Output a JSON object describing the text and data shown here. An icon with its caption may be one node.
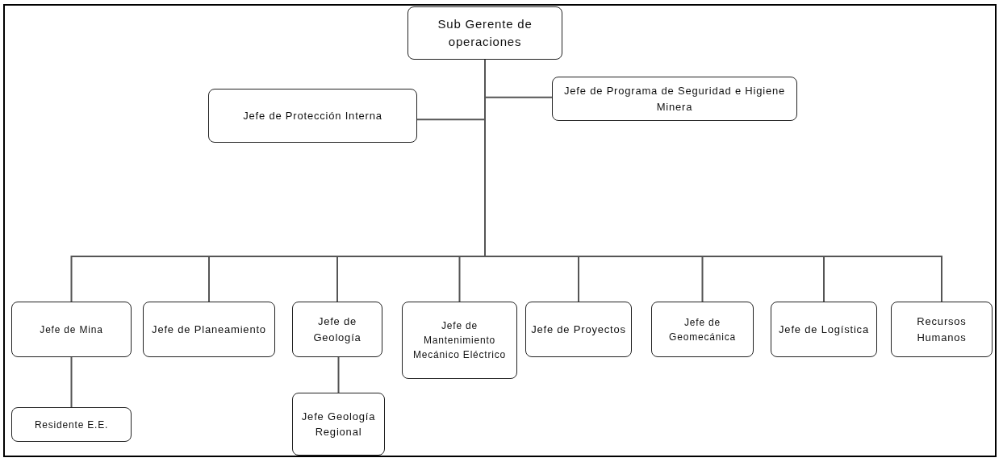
{
  "diagram": {
    "nodes": [
      {
        "text": [
          "Sub Gerente de operaciones"
        ]
      },
      {
        "text": [
          "Jefe de Protección Interna"
        ]
      },
      {
        "text": [
          "Jefe de Programa de Seguridad e Higiene Minera"
        ]
      },
      {
        "text": [
          "Jefe de Mina"
        ]
      },
      {
        "text": [
          "Jefe de Planeamiento"
        ]
      },
      {
        "text": [
          "Jefe de Geología"
        ]
      },
      {
        "text": [
          "Jefe de Mantenimiento Mecánico Eléctrico"
        ]
      },
      {
        "text": [
          "Jefe de Proyectos"
        ]
      },
      {
        "text": [
          "Jefe de Geomecánica"
        ]
      },
      {
        "text": [
          "Jefe de Logística"
        ]
      },
      {
        "text": [
          "Recursos Humanos"
        ]
      },
      {
        "text": [
          "Residente E.E."
        ]
      },
      {
        "text": [
          "Jefe Geología Regional"
        ]
      }
    ],
    "edges": [
      {
        "from": 0,
        "to": 1,
        "arrow": "none"
      },
      {
        "from": 0,
        "to": 2,
        "arrow": "none"
      },
      {
        "from": 0,
        "to": 3,
        "arrow": "none"
      },
      {
        "from": 0,
        "to": 4,
        "arrow": "none"
      },
      {
        "from": 0,
        "to": 5,
        "arrow": "none"
      },
      {
        "from": 0,
        "to": 6,
        "arrow": "none"
      },
      {
        "from": 0,
        "to": 7,
        "arrow": "none"
      },
      {
        "from": 0,
        "to": 8,
        "arrow": "none"
      },
      {
        "from": 0,
        "to": 9,
        "arrow": "none"
      },
      {
        "from": 0,
        "to": 10,
        "arrow": "none"
      },
      {
        "from": 3,
        "to": 11,
        "arrow": "none"
      },
      {
        "from": 5,
        "to": 12,
        "arrow": "none"
      }
    ]
  }
}
